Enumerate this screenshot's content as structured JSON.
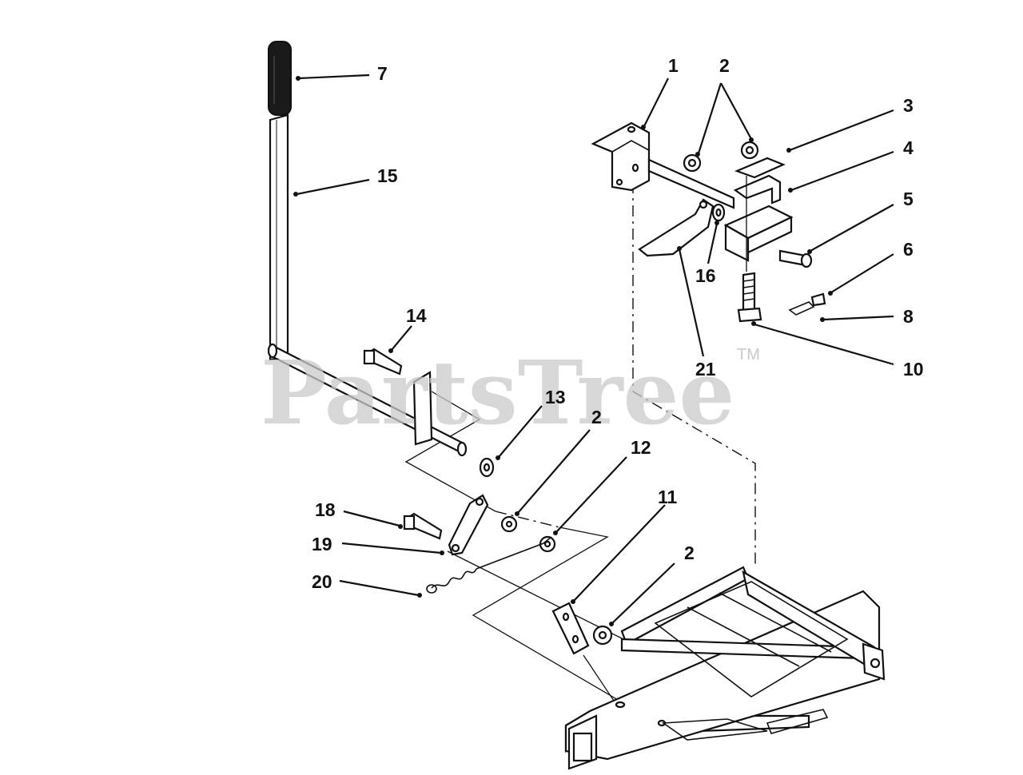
{
  "watermark": {
    "text": "PartsTree",
    "mark": "TM"
  },
  "callouts": [
    "1",
    "2",
    "3",
    "4",
    "5",
    "6",
    "7",
    "8",
    "10",
    "21",
    "16",
    "15",
    "14",
    "13",
    "2",
    "12",
    "18",
    "19",
    "20",
    "11",
    "2"
  ]
}
